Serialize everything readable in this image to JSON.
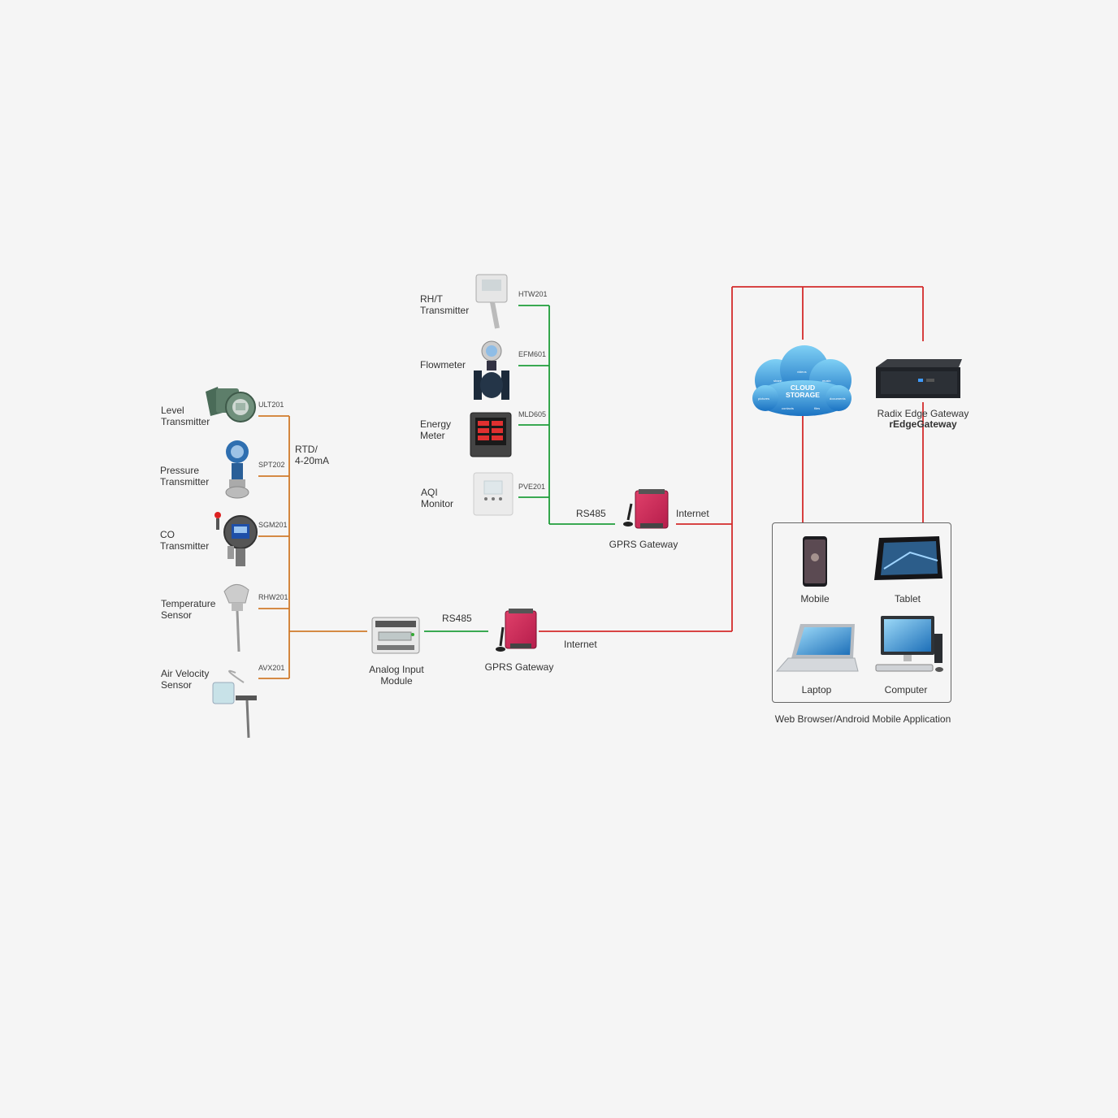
{
  "colors": {
    "analog_line": "#d07a2a",
    "rs485_line": "#1f9e3a",
    "internet_line": "#d42b2b",
    "box_border": "#666666"
  },
  "sensors_analog": [
    {
      "name": "Level\nTransmitter",
      "code": "ULT201",
      "icon": "level-transmitter-icon"
    },
    {
      "name": "Pressure\nTransmitter",
      "code": "SPT202",
      "icon": "pressure-transmitter-icon"
    },
    {
      "name": "CO\nTransmitter",
      "code": "SGM201",
      "icon": "co-transmitter-icon"
    },
    {
      "name": "Temperature\nSensor",
      "code": "RHW201",
      "icon": "temperature-sensor-icon"
    },
    {
      "name": "Air Velocity\nSensor",
      "code": "AVX201",
      "icon": "air-velocity-sensor-icon"
    }
  ],
  "sensors_rs485": [
    {
      "name": "RH/T\nTransmitter",
      "code": "HTW201",
      "icon": "rht-transmitter-icon"
    },
    {
      "name": "Flowmeter",
      "code": "EFM601",
      "icon": "flowmeter-icon"
    },
    {
      "name": "Energy\nMeter",
      "code": "MLD605",
      "icon": "energy-meter-icon"
    },
    {
      "name": "AQI\nMonitor",
      "code": "PVE201",
      "icon": "aqi-monitor-icon"
    }
  ],
  "labels": {
    "rtd": "RTD/\n4-20mA",
    "analog_module": "Analog Input\nModule",
    "rs485_bottom": "RS485",
    "rs485_top": "RS485",
    "gprs_bottom": "GPRS Gateway",
    "gprs_top": "GPRS Gateway",
    "internet_bottom": "Internet",
    "internet_top": "Internet",
    "cloud": "CLOUD\nSTORAGE",
    "edge_name": "Radix Edge Gateway",
    "edge_model": "rEdgeGateway",
    "mobile": "Mobile",
    "tablet": "Tablet",
    "laptop": "Laptop",
    "computer": "Computer",
    "app": "Web Browser/Android Mobile Application"
  },
  "cloud_words": [
    "share",
    "videos",
    "music",
    "pictures",
    "documents",
    "contacts",
    "files"
  ],
  "icons": [
    "cloud-storage-icon",
    "edge-gateway-icon",
    "gprs-gateway-icon",
    "analog-module-icon",
    "mobile-icon",
    "tablet-icon",
    "laptop-icon",
    "computer-icon"
  ]
}
